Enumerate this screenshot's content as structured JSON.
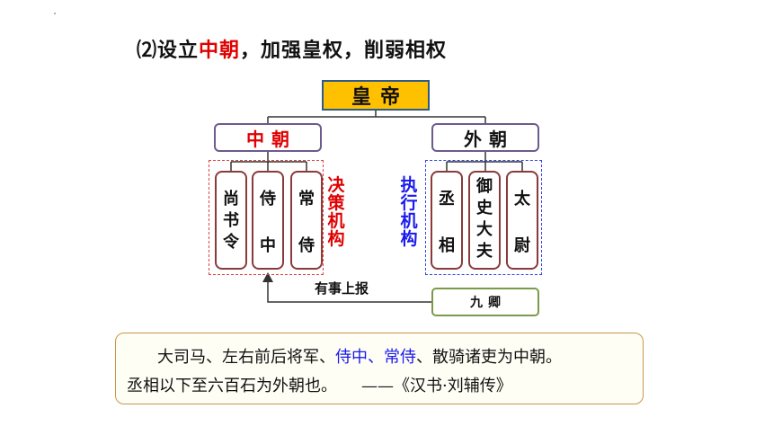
{
  "heading": {
    "num": "⑵",
    "pre": "设立",
    "highlight": "中朝",
    "post": "，加强皇权，削弱相权"
  },
  "emperor": "皇帝",
  "inner_court": {
    "label": "中朝",
    "side_label": "决策机构",
    "offices": [
      {
        "chars": [
          "尚",
          "书",
          "令"
        ]
      },
      {
        "chars": [
          "侍",
          "中"
        ]
      },
      {
        "chars": [
          "常",
          "侍"
        ]
      }
    ]
  },
  "outer_court": {
    "label": "外朝",
    "side_label": "执行机构",
    "offices": [
      {
        "chars": [
          "丞",
          "相"
        ]
      },
      {
        "chars": [
          "御",
          "史",
          "大",
          "夫"
        ]
      },
      {
        "chars": [
          "太",
          "尉"
        ]
      }
    ]
  },
  "report_label": "有事上报",
  "ministers": "九卿",
  "quote": {
    "l1_a": "大司马、左右前后将军、",
    "l1_b": "侍中、常侍",
    "l1_c": "、散骑诸吏为中朝。",
    "l2": "丞相以下至六百石为外朝也。　　——《汉书·刘辅传》"
  },
  "colors": {
    "emperor_fill": "#ffc000",
    "inner_red": "#e00000",
    "exec_blue": "#1a1aee"
  }
}
